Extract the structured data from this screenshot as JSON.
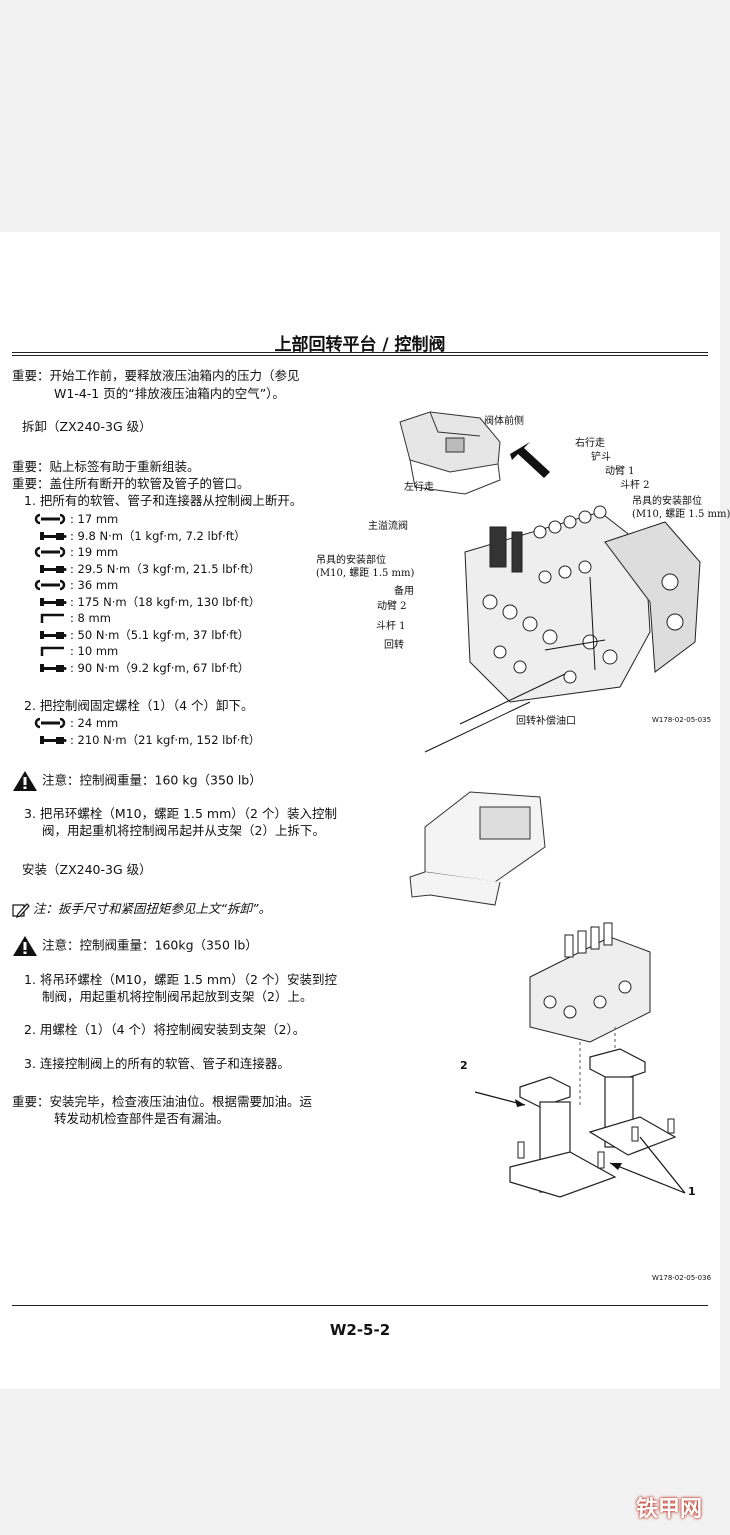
{
  "header": {
    "title": "上部回转平台 / 控制阀"
  },
  "intro": {
    "important_label": "重要：",
    "important_line1": "开始工作前，要释放液压油箱内的压力（参见",
    "important_line2": "W1-4-1 页的“排放液压油箱内的空气”）。"
  },
  "removal": {
    "title": "拆卸（ZX240-3G 级）",
    "note1": "重要：贴上标签有助于重新组装。",
    "note2": "重要：盖住所有断开的软管及管子的管口。",
    "step1": "1.  把所有的软管、管子和连接器从控制阀上断开。",
    "specs": [
      {
        "icon": "wrench-icon",
        "text": ": 17 mm"
      },
      {
        "icon": "torque-wrench-icon",
        "text": ": 9.8 N·m（1 kgf·m, 7.2 lbf·ft）"
      },
      {
        "icon": "wrench-icon",
        "text": ": 19 mm"
      },
      {
        "icon": "torque-wrench-icon",
        "text": ": 29.5 N·m（3 kgf·m, 21.5 lbf·ft）"
      },
      {
        "icon": "wrench-icon",
        "text": ": 36 mm"
      },
      {
        "icon": "torque-wrench-icon",
        "text": ": 175 N·m（18 kgf·m, 130 lbf·ft）"
      },
      {
        "icon": "hex-key-icon",
        "text": ": 8 mm"
      },
      {
        "icon": "torque-wrench-icon",
        "text": ": 50 N·m（5.1 kgf·m, 37 lbf·ft）"
      },
      {
        "icon": "hex-key-icon",
        "text": ": 10 mm"
      },
      {
        "icon": "torque-wrench-icon",
        "text": ": 90 N·m（9.2 kgf·m, 67 lbf·ft）"
      }
    ],
    "step2": "2.  把控制阀固定螺栓（1）（4 个）卸下。",
    "specs2": [
      {
        "icon": "wrench-icon",
        "text": ": 24 mm"
      },
      {
        "icon": "torque-wrench-icon",
        "text": ": 210 N·m（21 kgf·m, 152 lbf·ft）"
      }
    ],
    "caution": "注意：控制阀重量：160 kg（350 lb）",
    "step3_line1": "3.  把吊环螺栓（M10，螺距 1.5 mm）（2 个）装入控制",
    "step3_line2": "阀，用起重机将控制阀吊起并从支架（2）上拆下。"
  },
  "install": {
    "title": "安装（ZX240-3G 级）",
    "note": "注：扳手尺寸和紧固扭矩参见上文“拆卸”。",
    "caution": "注意：控制阀重量：160kg（350 lb）",
    "step1_line1": "1.  将吊环螺栓（M10，螺距 1.5 mm）（2 个）安装到控",
    "step1_line2": "制阀，用起重机将控制阀吊起放到支架（2）上。",
    "step2": "2.  用螺栓（1）（4 个）将控制阀安装到支架（2）。",
    "step3": "3.  连接控制阀上的所有的软管、管子和连接器。",
    "final_label": "重要：",
    "final_line1": "安装完毕，检查液压油油位。根据需要加油。运",
    "final_line2": "转发动机检查部件是否有漏油。"
  },
  "figure1": {
    "labels": {
      "front": "阀体前侧",
      "right_travel": "右行走",
      "bucket": "铲斗",
      "boom1": "动臂 1",
      "arm2": "斗杆 2",
      "lift_pos": "吊具的安装部位",
      "lift_spec": "(M10, 螺距 1.5 mm)",
      "left_travel": "左行走",
      "main_relief": "主溢流阀",
      "lift_pos2": "吊具的安装部位",
      "lift_spec2": "(M10, 螺距 1.5 mm)",
      "spare": "备用",
      "boom2": "动臂 2",
      "arm1": "斗杆 1",
      "swing": "回转",
      "swing_makeup": "回转补偿油口"
    },
    "code": "W178-02-05-035"
  },
  "figure2": {
    "label2": "2",
    "label1": "1",
    "code": "W178-02-05-036"
  },
  "footer": {
    "page_number": "W2-5-2"
  },
  "watermark": "铁甲网"
}
